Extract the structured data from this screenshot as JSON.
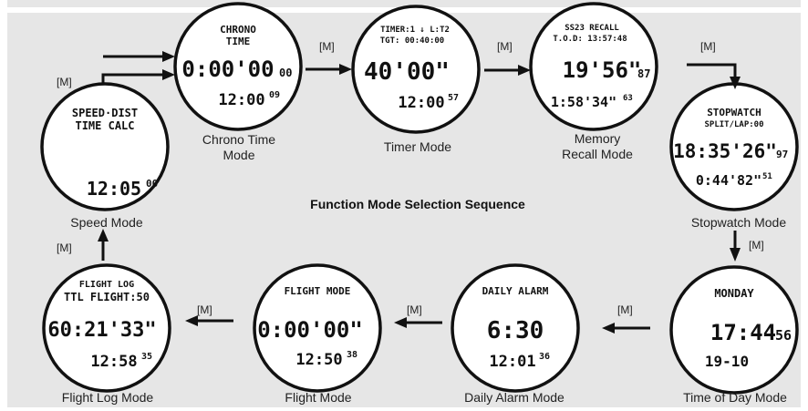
{
  "title": "Function Mode Selection Sequence",
  "key_label": "[M]",
  "modes": {
    "speed": {
      "caption": "Speed Mode",
      "l1": "SPEED·DIST",
      "l2": "TIME CALC",
      "big": "",
      "small": "12:05",
      "small_sup": "00"
    },
    "chrono": {
      "caption_l1": "Chrono Time",
      "caption_l2": "Mode",
      "l1": "CHRONO",
      "l2": "TIME",
      "big": "0:00'00",
      "big_sup": "00",
      "small": "12:00",
      "small_sup": "09"
    },
    "timer": {
      "caption": "Timer Mode",
      "l1": "TIMER:1 ↓ L:T2",
      "l2": "TGT: 00:40:00",
      "big": "40'00\"",
      "small": "12:00",
      "small_sup": "57"
    },
    "memory": {
      "caption_l1": "Memory",
      "caption_l2": "Recall Mode",
      "l1": "SS23 RECALL",
      "l2": "T.O.D: 13:57:48",
      "big": "19'56\"",
      "big_sup": "87",
      "small": "1:58'34\"",
      "small_sup": "63"
    },
    "stopwatch": {
      "caption": "Stopwatch Mode",
      "l1": "STOPWATCH",
      "l2": "SPLIT/LAP:00",
      "big": "18:35'26\"",
      "big_sup": "97",
      "small": "0:44'82\"",
      "small_sup": "51"
    },
    "tod": {
      "caption": "Time of Day Mode",
      "l1": "MONDAY",
      "big": "17:44",
      "big_sup": "56",
      "small": "19-10"
    },
    "alarm": {
      "caption": "Daily Alarm Mode",
      "l1": "DAILY ALARM",
      "big": "6:30",
      "small": "12:01",
      "small_sup": "36"
    },
    "flight": {
      "caption": "Flight Mode",
      "l1": "FLIGHT MODE",
      "big": "0:00'00\"",
      "small": "12:50",
      "small_sup": "38"
    },
    "flightlog": {
      "caption": "Flight Log Mode",
      "l1": "FLIGHT LOG",
      "l2": "TTL FLIGHT:50",
      "big": "60:21'33\"",
      "small": "12:58",
      "small_sup": "35"
    }
  }
}
